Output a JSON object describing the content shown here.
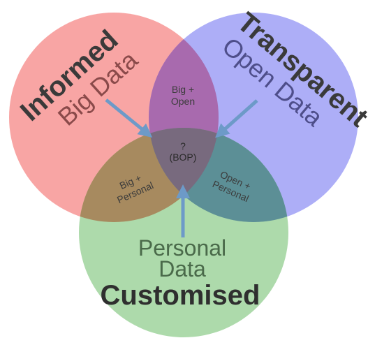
{
  "diagram": {
    "sets": {
      "big": {
        "name": "Informed",
        "subname": "Big Data",
        "fill": "#f79594"
      },
      "open": {
        "name": "Transparent",
        "subname": "Open Data",
        "fill": "#9fa0f6"
      },
      "personal": {
        "name": "Customised",
        "subname_line1": "Personal",
        "subname_line2": "Data",
        "fill": "#9fd49c"
      }
    },
    "overlaps": {
      "big_open": {
        "line1": "Big +",
        "line2": "Open"
      },
      "big_personal": {
        "line1": "Big +",
        "line2": "Personal"
      },
      "open_personal": {
        "line1": "Open +",
        "line2": "Personal"
      },
      "center": {
        "line1": "?",
        "line2": "(BOP)"
      }
    },
    "colors": {
      "arrow": "#6d9ac8",
      "title_text": "#3a3a3a",
      "big_subtitle": "#8a4a4a",
      "open_subtitle": "#4e4e8a",
      "personal_subtitle": "#4a6a4a",
      "overlap_text": "#3c3c3c",
      "overlap_text_light": "#4a4a4a"
    }
  }
}
